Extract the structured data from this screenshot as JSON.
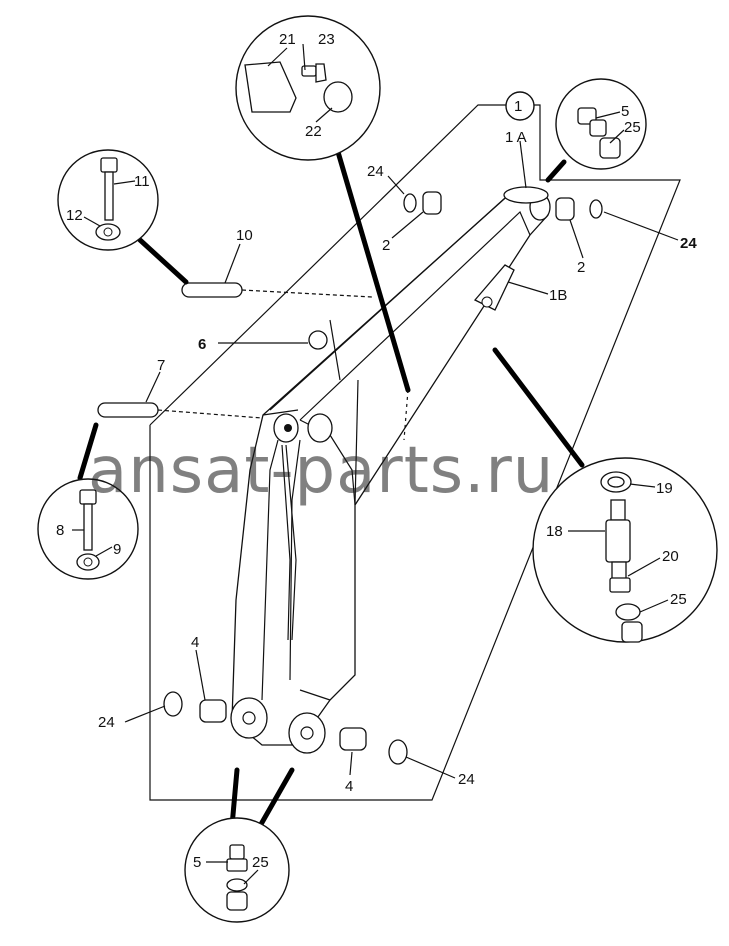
{
  "watermark": "ansat-parts.ru",
  "callouts": {
    "c1": "1",
    "c1a": "1 A",
    "c1b": "1B",
    "c2a": "2",
    "c2b": "2",
    "c4a": "4",
    "c4b": "4",
    "c5a": "5",
    "c5b": "5",
    "c6": "6",
    "c7": "7",
    "c8": "8",
    "c9": "9",
    "c10": "10",
    "c11": "11",
    "c12": "12",
    "c18": "18",
    "c19": "19",
    "c20": "20",
    "c21": "21",
    "c22": "22",
    "c23": "23",
    "c24a": "24",
    "c24b": "24",
    "c24c": "24",
    "c24d": "24",
    "c25a": "25",
    "c25b": "25",
    "c25c": "25"
  }
}
